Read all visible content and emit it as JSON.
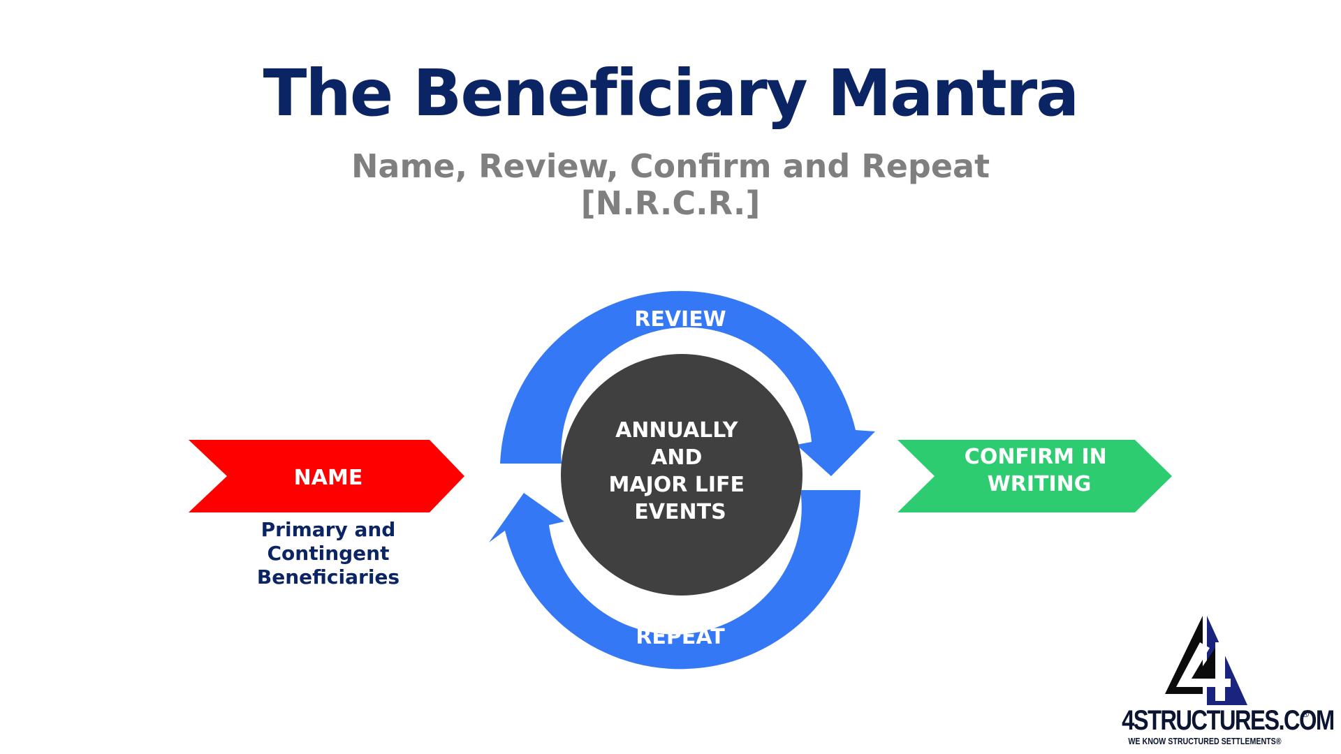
{
  "title": "The Beneficiary Mantra",
  "subtitle": {
    "line1": "Name, Review, Confirm and Repeat",
    "line2": "[N.R.C.R.]"
  },
  "steps": {
    "name": {
      "label": "NAME",
      "color": "#ff0000"
    },
    "review": {
      "label": "REVIEW",
      "color": "#3478f6"
    },
    "repeat": {
      "label": "REPEAT",
      "color": "#3478f6"
    },
    "confirm": {
      "lines": [
        "CONFIRM IN",
        "WRITING"
      ],
      "color": "#2ecc71"
    }
  },
  "center": {
    "lines": [
      "ANNUALLY",
      "AND",
      "MAJOR LIFE",
      "EVENTS"
    ],
    "color": "#404040"
  },
  "name_caption": [
    "Primary and",
    "Contingent",
    "Beneficiaries"
  ],
  "logo": {
    "text": "4STRUCTURES.COM",
    "registered": "®",
    "tagline": "WE KNOW STRUCTURED SETTLEMENTS®",
    "icon": "sailboat-4-icon"
  },
  "colors": {
    "title": "#0b2463",
    "subtitle": "#7f7f7f"
  }
}
